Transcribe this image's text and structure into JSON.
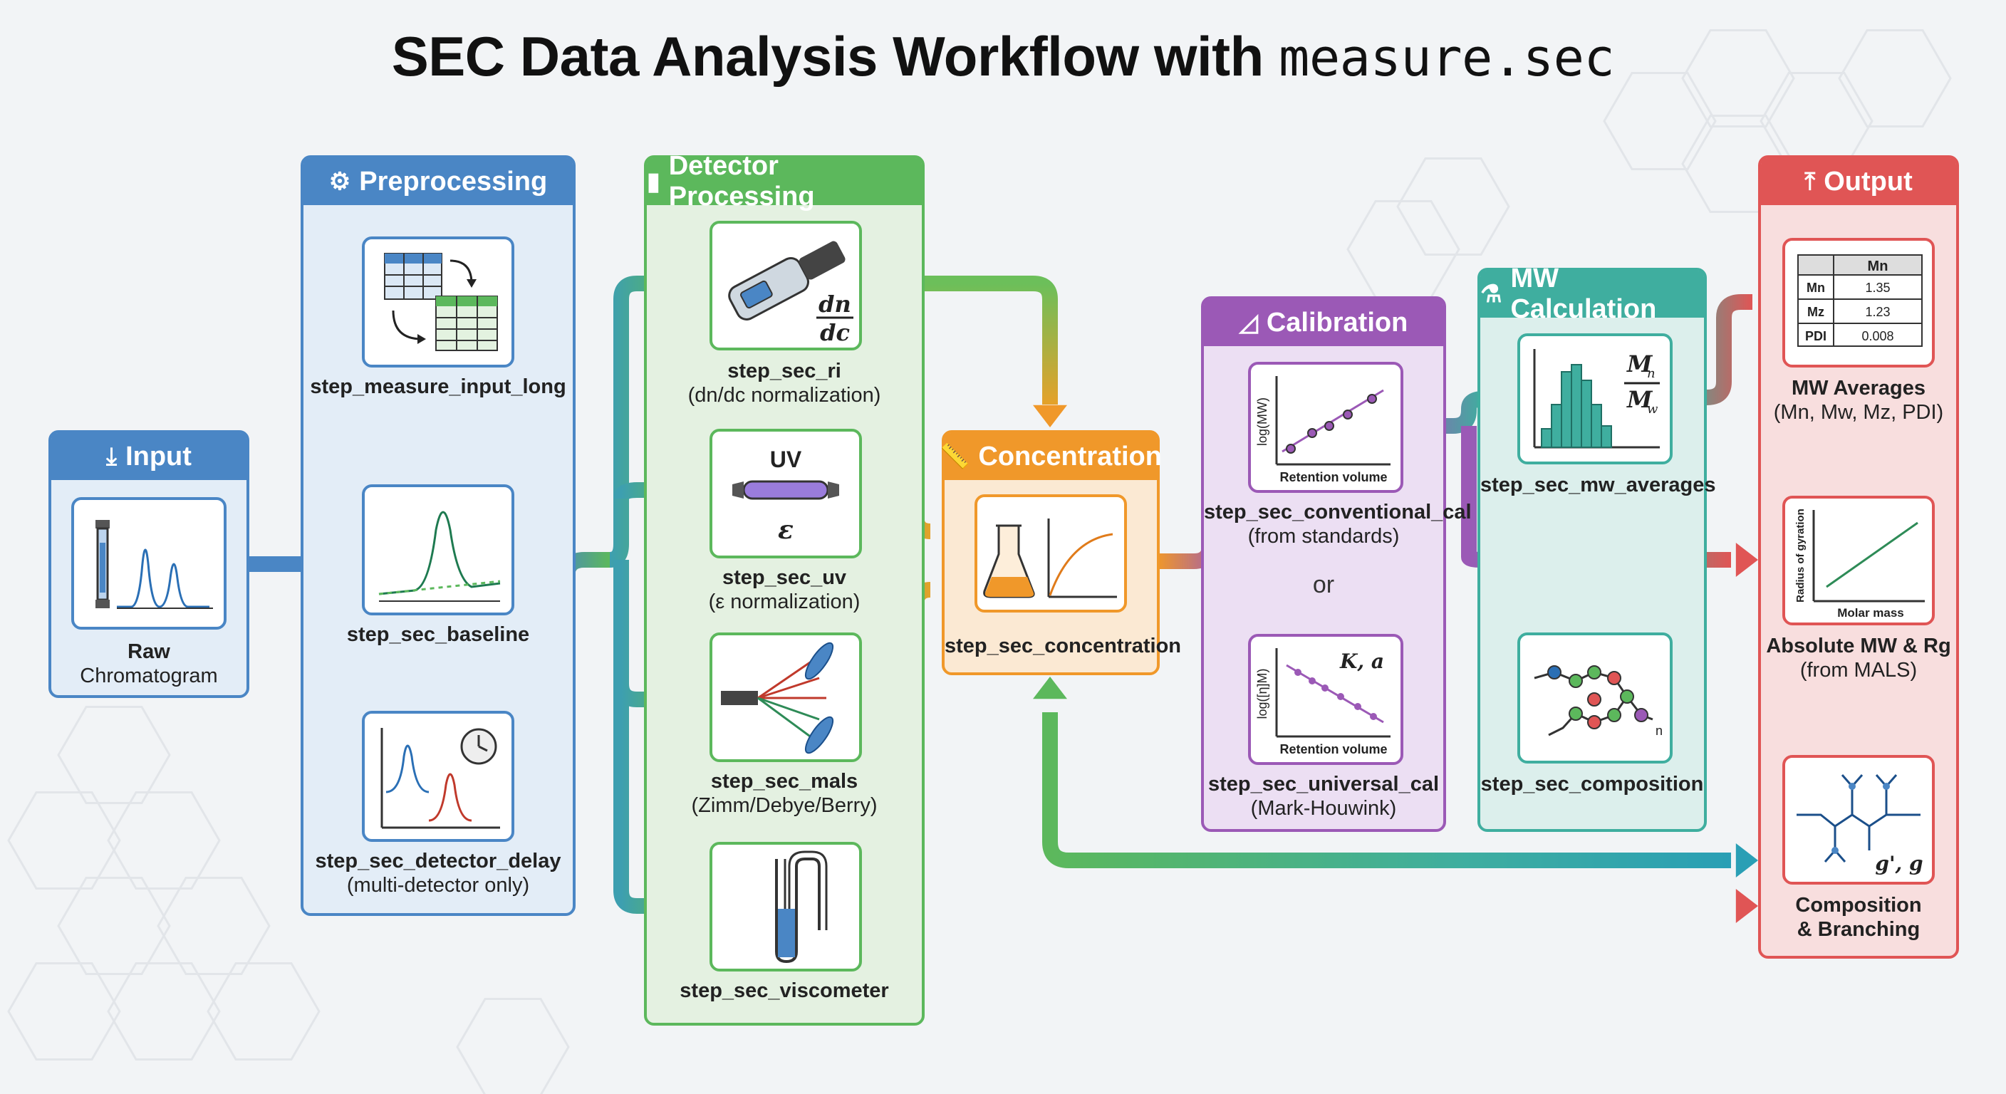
{
  "title": {
    "main": "SEC Data Analysis Workflow with ",
    "code": "measure.sec"
  },
  "colors": {
    "input": "#4a86c5",
    "preprocessing": "#4a86c5",
    "detector": "#5cb85c",
    "concentration": "#f0982a",
    "calibration": "#9b59b6",
    "mw": "#3fae9f",
    "output": "#e05555"
  },
  "panels": {
    "input": {
      "label": "Input",
      "icon": "download-icon"
    },
    "preprocessing": {
      "label": "Preprocessing",
      "icon": "gear-icon"
    },
    "detector": {
      "label": "Detector Processing",
      "icon": "bar-chart-icon"
    },
    "concentration": {
      "label": "Concentration",
      "icon": "ruler-icon"
    },
    "calibration": {
      "label": "Calibration",
      "icon": "triangle-ruler-icon"
    },
    "mw": {
      "label": "MW Calculation",
      "icon": "microscope-icon"
    },
    "output": {
      "label": "Output",
      "icon": "upload-icon"
    }
  },
  "steps": {
    "raw": {
      "title": "Raw",
      "sub": "Chromatogram"
    },
    "input_long": {
      "title": "step_measure_input_long"
    },
    "baseline": {
      "title": "step_sec_baseline"
    },
    "detector_delay": {
      "title": "step_sec_detector_delay",
      "sub": "(multi-detector only)"
    },
    "ri": {
      "title": "step_sec_ri",
      "sub": "(dn/dc normalization)"
    },
    "uv": {
      "title": "step_sec_uv",
      "sub": "(ε normalization)"
    },
    "mals": {
      "title": "step_sec_mals",
      "sub": "(Zimm/Debye/Berry)"
    },
    "viscometer": {
      "title": "step_sec_viscometer"
    },
    "concentration": {
      "title": "step_sec_concentration"
    },
    "conventional_cal": {
      "title": "step_sec_conventional_cal",
      "sub": "(from standards)"
    },
    "universal_cal": {
      "title": "step_sec_universal_cal",
      "sub": "(Mark-Houwink)"
    },
    "mw_averages": {
      "title": "step_sec_mw_averages"
    },
    "composition": {
      "title": "step_sec_composition"
    },
    "out_mw": {
      "title": "MW Averages",
      "sub": "(Mn, Mw, Mz, PDI)"
    },
    "out_abs": {
      "title": "Absolute MW & Rg",
      "sub": "(from MALS)"
    },
    "out_comp": {
      "title": "Composition",
      "sub": "& Branching"
    }
  },
  "or_label": "or",
  "icon_text": {
    "dn": "dn",
    "dc": "dc",
    "uv": "UV",
    "epsilon": "ε",
    "cal_y": "log(MW)",
    "cal_x": "Retention volume",
    "ucal_y": "log([η]M)",
    "ucal_x": "Retention volume",
    "ka": "K, a",
    "mn": "M",
    "mn_sub": "n",
    "mw": "M",
    "mw_sub": "w",
    "rg_y": "Radius of gyration",
    "rg_x": "Molar mass",
    "g_label": "g', g",
    "n_sub": "n"
  },
  "mw_table": {
    "header": "Mn",
    "rows": [
      {
        "label": "Mn",
        "value": "1.35"
      },
      {
        "label": "Mz",
        "value": "1.23"
      },
      {
        "label": "PDI",
        "value": "0.008"
      }
    ]
  }
}
